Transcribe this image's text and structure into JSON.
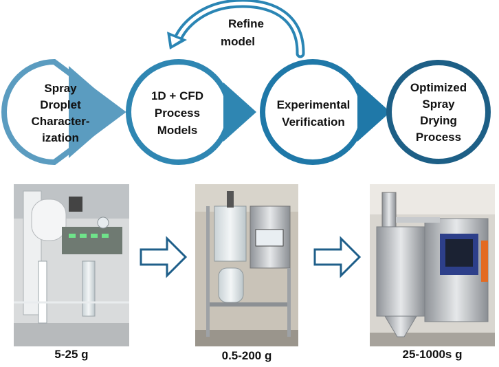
{
  "process_flow": {
    "stages": [
      {
        "lines": [
          "Spray",
          "Droplet",
          "Character-",
          "ization"
        ]
      },
      {
        "lines": [
          "1D + CFD",
          "Process",
          "Models"
        ]
      },
      {
        "lines": [
          "Experimental",
          "Verification"
        ]
      },
      {
        "lines": [
          "Optimized",
          "Spray",
          "Drying",
          "Process"
        ]
      }
    ],
    "feedback_lines": [
      "Refine",
      "model"
    ],
    "colors": {
      "stage1": "#5b9cc0",
      "stage2": "#2f86b2",
      "stage3": "#1f78a8",
      "stage4": "#1d5f86",
      "feedback_arrow": "#2a85b4"
    }
  },
  "equipment": [
    {
      "caption": "5-25 g"
    },
    {
      "caption": "0.5-200 g"
    },
    {
      "caption": "25-1000s g"
    }
  ],
  "arrow_color": "#1f5f8a"
}
